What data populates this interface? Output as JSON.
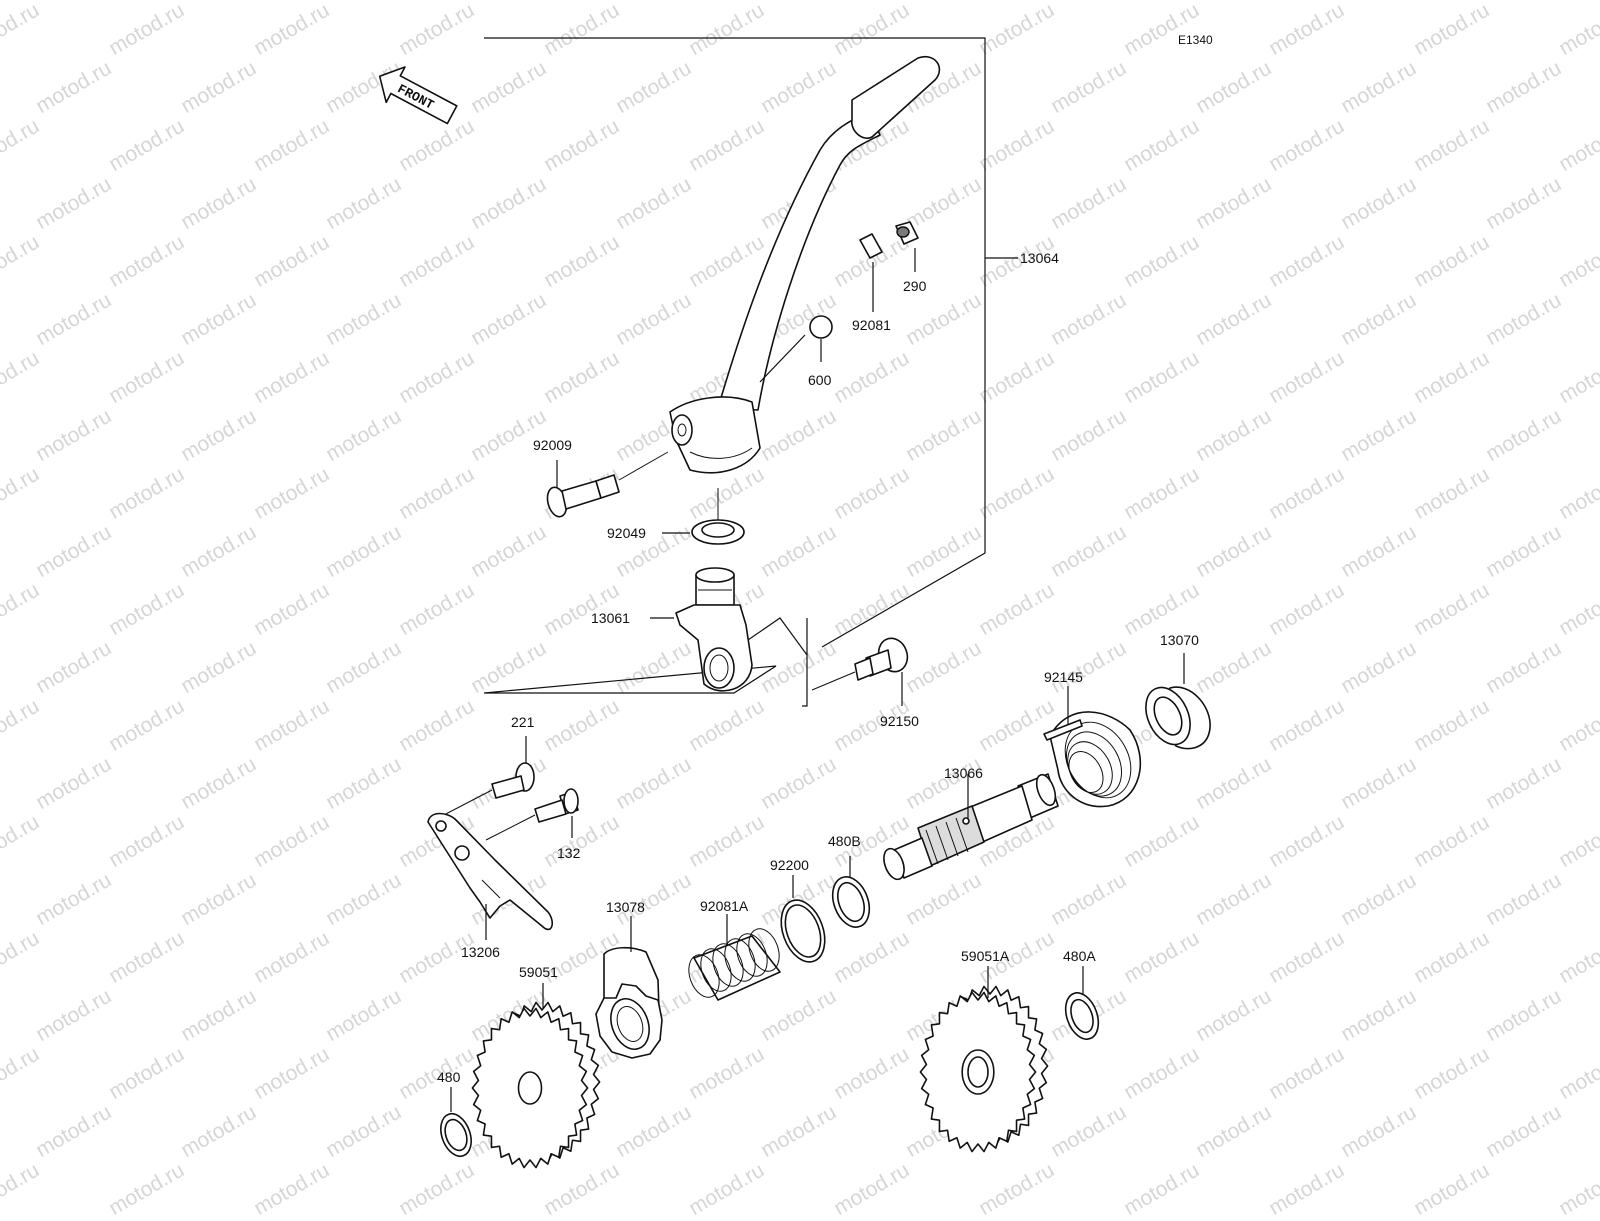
{
  "diagram_code": "E1340",
  "front_label": "FRONT",
  "watermark_text": "motod.ru",
  "parts": {
    "p13064": "13064",
    "p290": "290",
    "p92081": "92081",
    "p600": "600",
    "p92009": "92009",
    "p92049": "92049",
    "p13061": "13061",
    "p92150": "92150",
    "p221": "221",
    "p132": "132",
    "p13206": "13206",
    "p13070": "13070",
    "p92145": "92145",
    "p13066": "13066",
    "p480B": "480B",
    "p92200": "92200",
    "p92081A": "92081A",
    "p13078": "13078",
    "p59051": "59051",
    "p480": "480",
    "p59051A": "59051A",
    "p480A": "480A"
  },
  "colors": {
    "line": "#111111",
    "watermark": "#d6d6d6",
    "background": "#ffffff"
  }
}
